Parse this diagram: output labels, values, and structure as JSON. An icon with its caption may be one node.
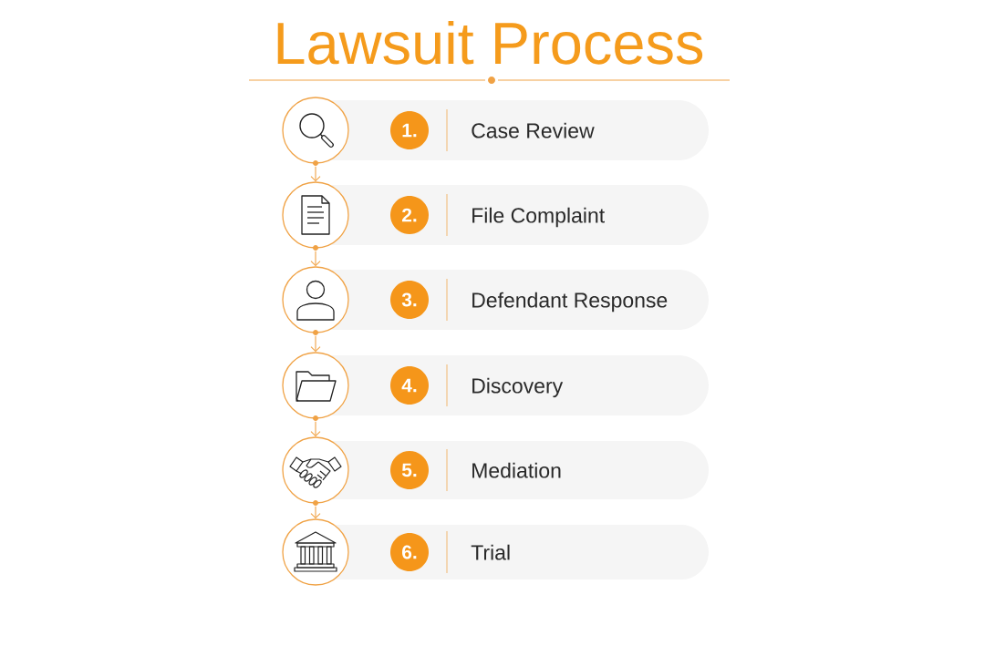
{
  "diagram": {
    "title": "Lawsuit Process",
    "nodes": [
      {
        "text": [],
        "shape": "circle"
      },
      {
        "text": [
          "Case Review"
        ]
      },
      {
        "text": [
          "1."
        ],
        "in": 1
      },
      {
        "text": [],
        "shape": "circle"
      },
      {
        "text": [
          "File Complaint"
        ]
      },
      {
        "text": [
          "2."
        ],
        "in": 4
      },
      {
        "text": [],
        "shape": "circle"
      },
      {
        "text": [
          "Defendant Response"
        ]
      },
      {
        "text": [
          "3."
        ],
        "in": 7
      },
      {
        "text": [],
        "shape": "circle"
      },
      {
        "text": [
          "Discovery"
        ]
      },
      {
        "text": [
          "4."
        ],
        "in": 10
      },
      {
        "text": [],
        "shape": "circle"
      },
      {
        "text": [
          "Mediation"
        ]
      },
      {
        "text": [
          "5."
        ],
        "in": 13
      },
      {
        "text": [],
        "shape": "circle"
      },
      {
        "text": [
          "Trial"
        ]
      },
      {
        "text": [
          "6."
        ],
        "in": 16
      }
    ],
    "edges": [
      {
        "from": 0,
        "to": 3,
        "arrow": "to"
      },
      {
        "from": 3,
        "to": 6,
        "arrow": "to"
      },
      {
        "from": 6,
        "to": 9,
        "arrow": "to"
      },
      {
        "from": 9,
        "to": 12,
        "arrow": "to"
      },
      {
        "from": 12,
        "to": 15,
        "arrow": "to"
      }
    ]
  }
}
